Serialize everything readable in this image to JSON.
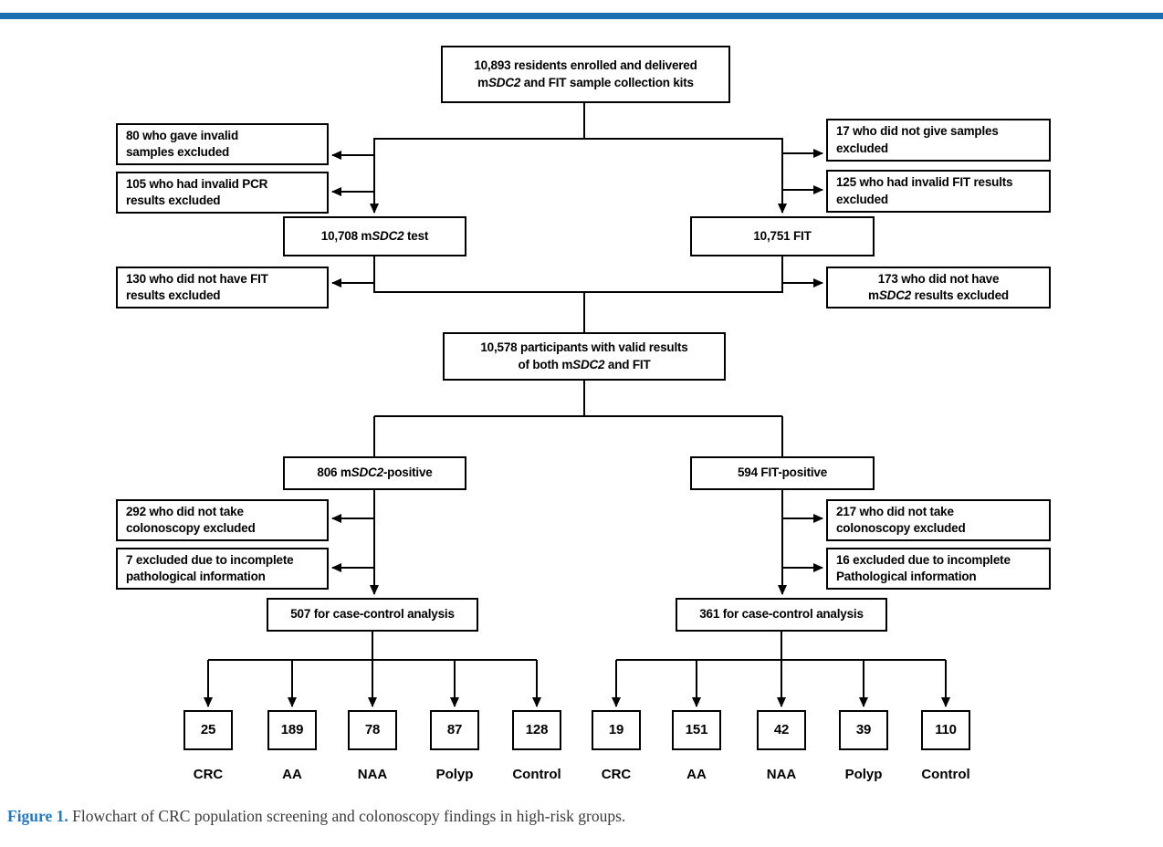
{
  "page": {
    "top_bar_color": "#1c6eb3",
    "figure_label_color": "#2878b8",
    "caption_text_color": "#3a3a3a",
    "line_color": "#000000"
  },
  "flowchart": {
    "enrolled": {
      "line1": "10,893 residents enrolled and delivered",
      "line2_pre": "m",
      "line2_italic": "SDC2",
      "line2_post": " and FIT sample collection kits"
    },
    "excl_invalid_samples": {
      "line1": "80 who gave invalid",
      "line2": "samples excluded"
    },
    "excl_invalid_pcr": {
      "line1": "105 who had invalid PCR",
      "line2": "results excluded"
    },
    "excl_no_samples": {
      "line1": "17 who did not give samples",
      "line2": "excluded"
    },
    "excl_invalid_fit": {
      "line1": "125 who had invalid FIT results",
      "line2": "excluded"
    },
    "msdc2_test": {
      "pre": "10,708 m",
      "italic": "SDC2",
      "post": " test"
    },
    "fit_test": {
      "text": "10,751 FIT"
    },
    "excl_no_fit": {
      "line1": "130 who did not have FIT",
      "line2": "results excluded"
    },
    "excl_no_msdc2": {
      "line1": "173 who did not have",
      "line2_pre": "m",
      "line2_italic": "SDC2",
      "line2_post": " results excluded"
    },
    "valid_both": {
      "line1": "10,578 participants with valid results",
      "line2_pre": "of both m",
      "line2_italic": "SDC2",
      "line2_post": " and FIT"
    },
    "msdc2_positive": {
      "pre": "806 m",
      "italic": "SDC2",
      "post": "-positive"
    },
    "fit_positive": {
      "text": "594 FIT-positive"
    },
    "excl_no_colonoscopy_left": {
      "line1": "292 who did not take",
      "line2": "colonoscopy excluded"
    },
    "excl_incomplete_path_left": {
      "line1": "7 excluded due to incomplete",
      "line2": "pathological information"
    },
    "excl_no_colonoscopy_right": {
      "line1": "217 who did not take",
      "line2": "colonoscopy excluded"
    },
    "excl_incomplete_path_right": {
      "line1": "16 excluded due to incomplete",
      "line2": "Pathological information"
    },
    "case_control_left": {
      "text": "507 for case-control analysis"
    },
    "case_control_right": {
      "text": "361 for case-control analysis"
    },
    "outcomes_left": {
      "values": [
        "25",
        "189",
        "78",
        "87",
        "128"
      ],
      "labels": [
        "CRC",
        "AA",
        "NAA",
        "Polyp",
        "Control"
      ]
    },
    "outcomes_right": {
      "values": [
        "19",
        "151",
        "42",
        "39",
        "110"
      ],
      "labels": [
        "CRC",
        "AA",
        "NAA",
        "Polyp",
        "Control"
      ]
    }
  },
  "caption": {
    "label": "Figure 1.",
    "text": " Flowchart of CRC population screening and colonoscopy findings in high-risk groups."
  }
}
